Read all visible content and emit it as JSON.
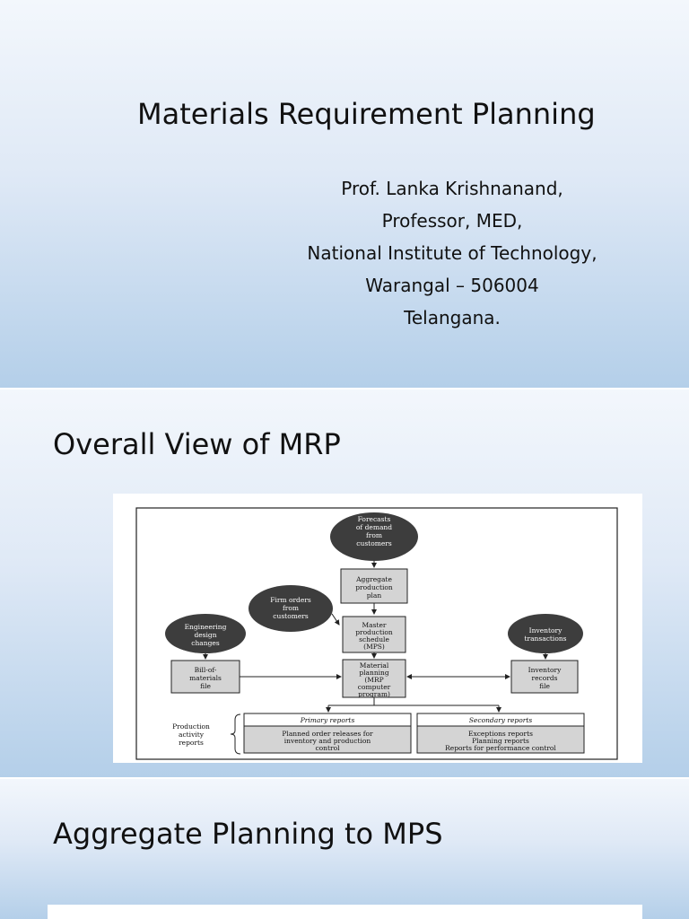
{
  "slide1": {
    "title": "Materials Requirement Planning",
    "author_lines": [
      "Prof. Lanka Krishnanand,",
      "Professor, MED,",
      "National Institute of Technology,",
      "Warangal – 506004",
      "Telangana."
    ]
  },
  "slide2": {
    "title": "Overall View of MRP",
    "diagram": {
      "forecasts": [
        "Forecasts",
        "of demand",
        "from",
        "customers"
      ],
      "aggregate": [
        "Aggregate",
        "production",
        "plan"
      ],
      "firm_orders": [
        "Firm orders",
        "from",
        "customers"
      ],
      "mps": [
        "Master",
        "production",
        "schedule",
        "(MPS)"
      ],
      "engineering": [
        "Engineering",
        "design",
        "changes"
      ],
      "inventory_transactions": [
        "Inventory",
        "transactions"
      ],
      "bom": [
        "Bill-of-",
        "materials",
        "file"
      ],
      "mrp": [
        "Material",
        "planning",
        "(MRP",
        "computer",
        "program)"
      ],
      "inventory_records": [
        "Inventory",
        "records",
        "file"
      ],
      "production_label": [
        "Production",
        "activity",
        "reports"
      ],
      "primary_header": "Primary reports",
      "primary_body": [
        "Planned order releases for",
        "inventory and production",
        "control"
      ],
      "secondary_header": "Secondary reports",
      "secondary_body": [
        "Exceptions reports",
        "Planning reports",
        "Reports for performance control"
      ]
    }
  },
  "slide3": {
    "title": "Aggregate Planning to MPS"
  }
}
